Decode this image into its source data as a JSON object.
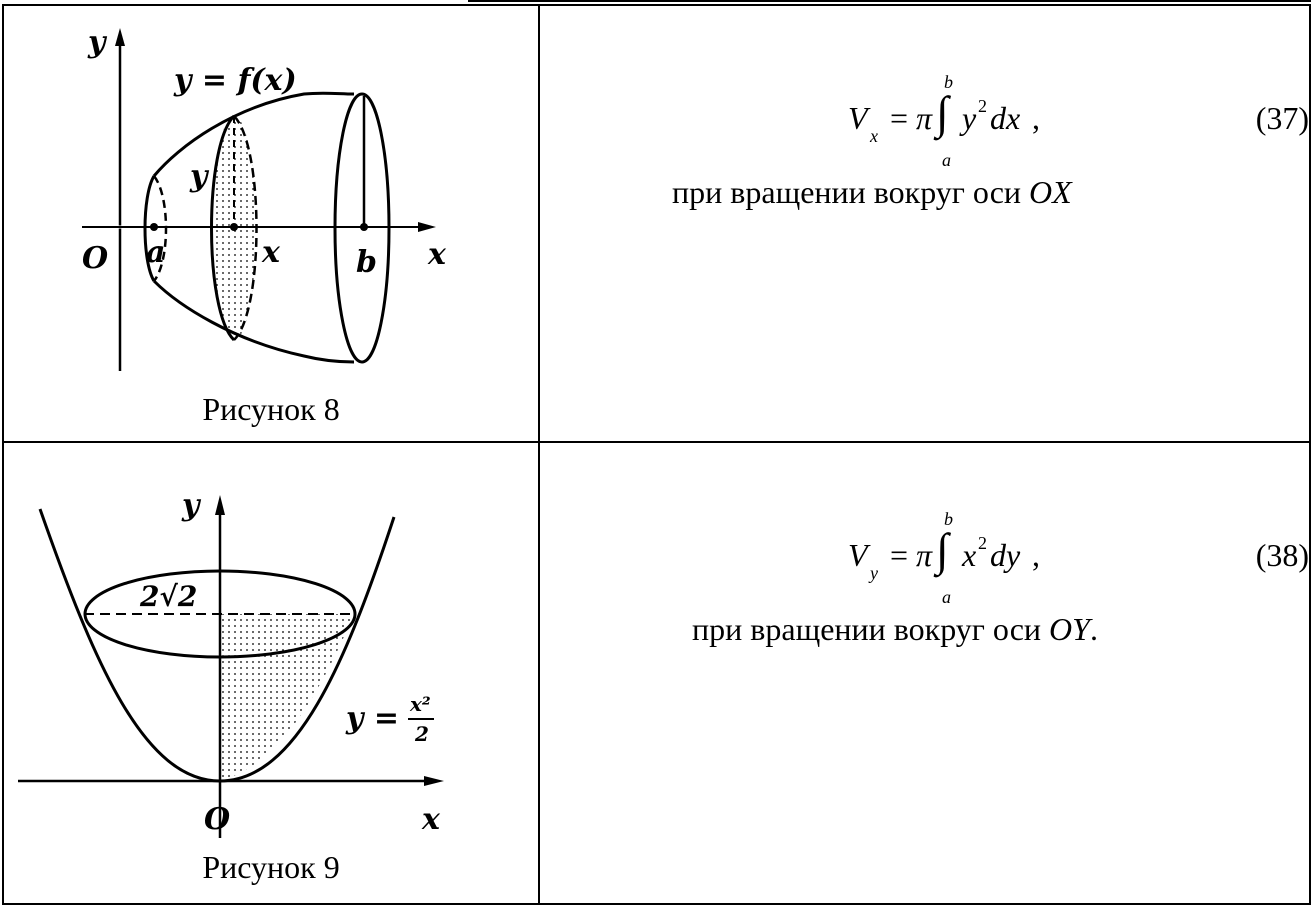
{
  "row1": {
    "figure": {
      "labels": {
        "y_axis": "y",
        "curve": "y = f(x)",
        "radius": "y",
        "origin": "O",
        "a": "a",
        "x": "x",
        "b": "b",
        "x_axis": "x"
      },
      "caption": "Рисунок 8"
    },
    "formula": {
      "lhs": "V",
      "lhs_sub": "x",
      "eq": "=",
      "pi": "π",
      "upper": "b",
      "lower": "a",
      "integrand": "y",
      "power": "2",
      "diff": "dx",
      "comma": ",",
      "number": "(37)",
      "note_prefix": "при вращении вокруг оси ",
      "note_axis": "OX",
      "note_suffix": ""
    }
  },
  "row2": {
    "figure": {
      "labels": {
        "y_axis": "y",
        "width": "2√2",
        "curve_lhs": "y =",
        "curve_num": "x²",
        "curve_den": "2",
        "origin": "O",
        "x_axis": "x"
      },
      "caption": "Рисунок 9"
    },
    "formula": {
      "lhs": "V",
      "lhs_sub": "y",
      "eq": "=",
      "pi": "π",
      "upper": "b",
      "lower": "a",
      "integrand": "x",
      "power": "2",
      "diff": "dy",
      "comma": ",",
      "number": "(38)",
      "note_prefix": "при вращении вокруг оси ",
      "note_axis": "OY",
      "note_suffix": "."
    }
  }
}
